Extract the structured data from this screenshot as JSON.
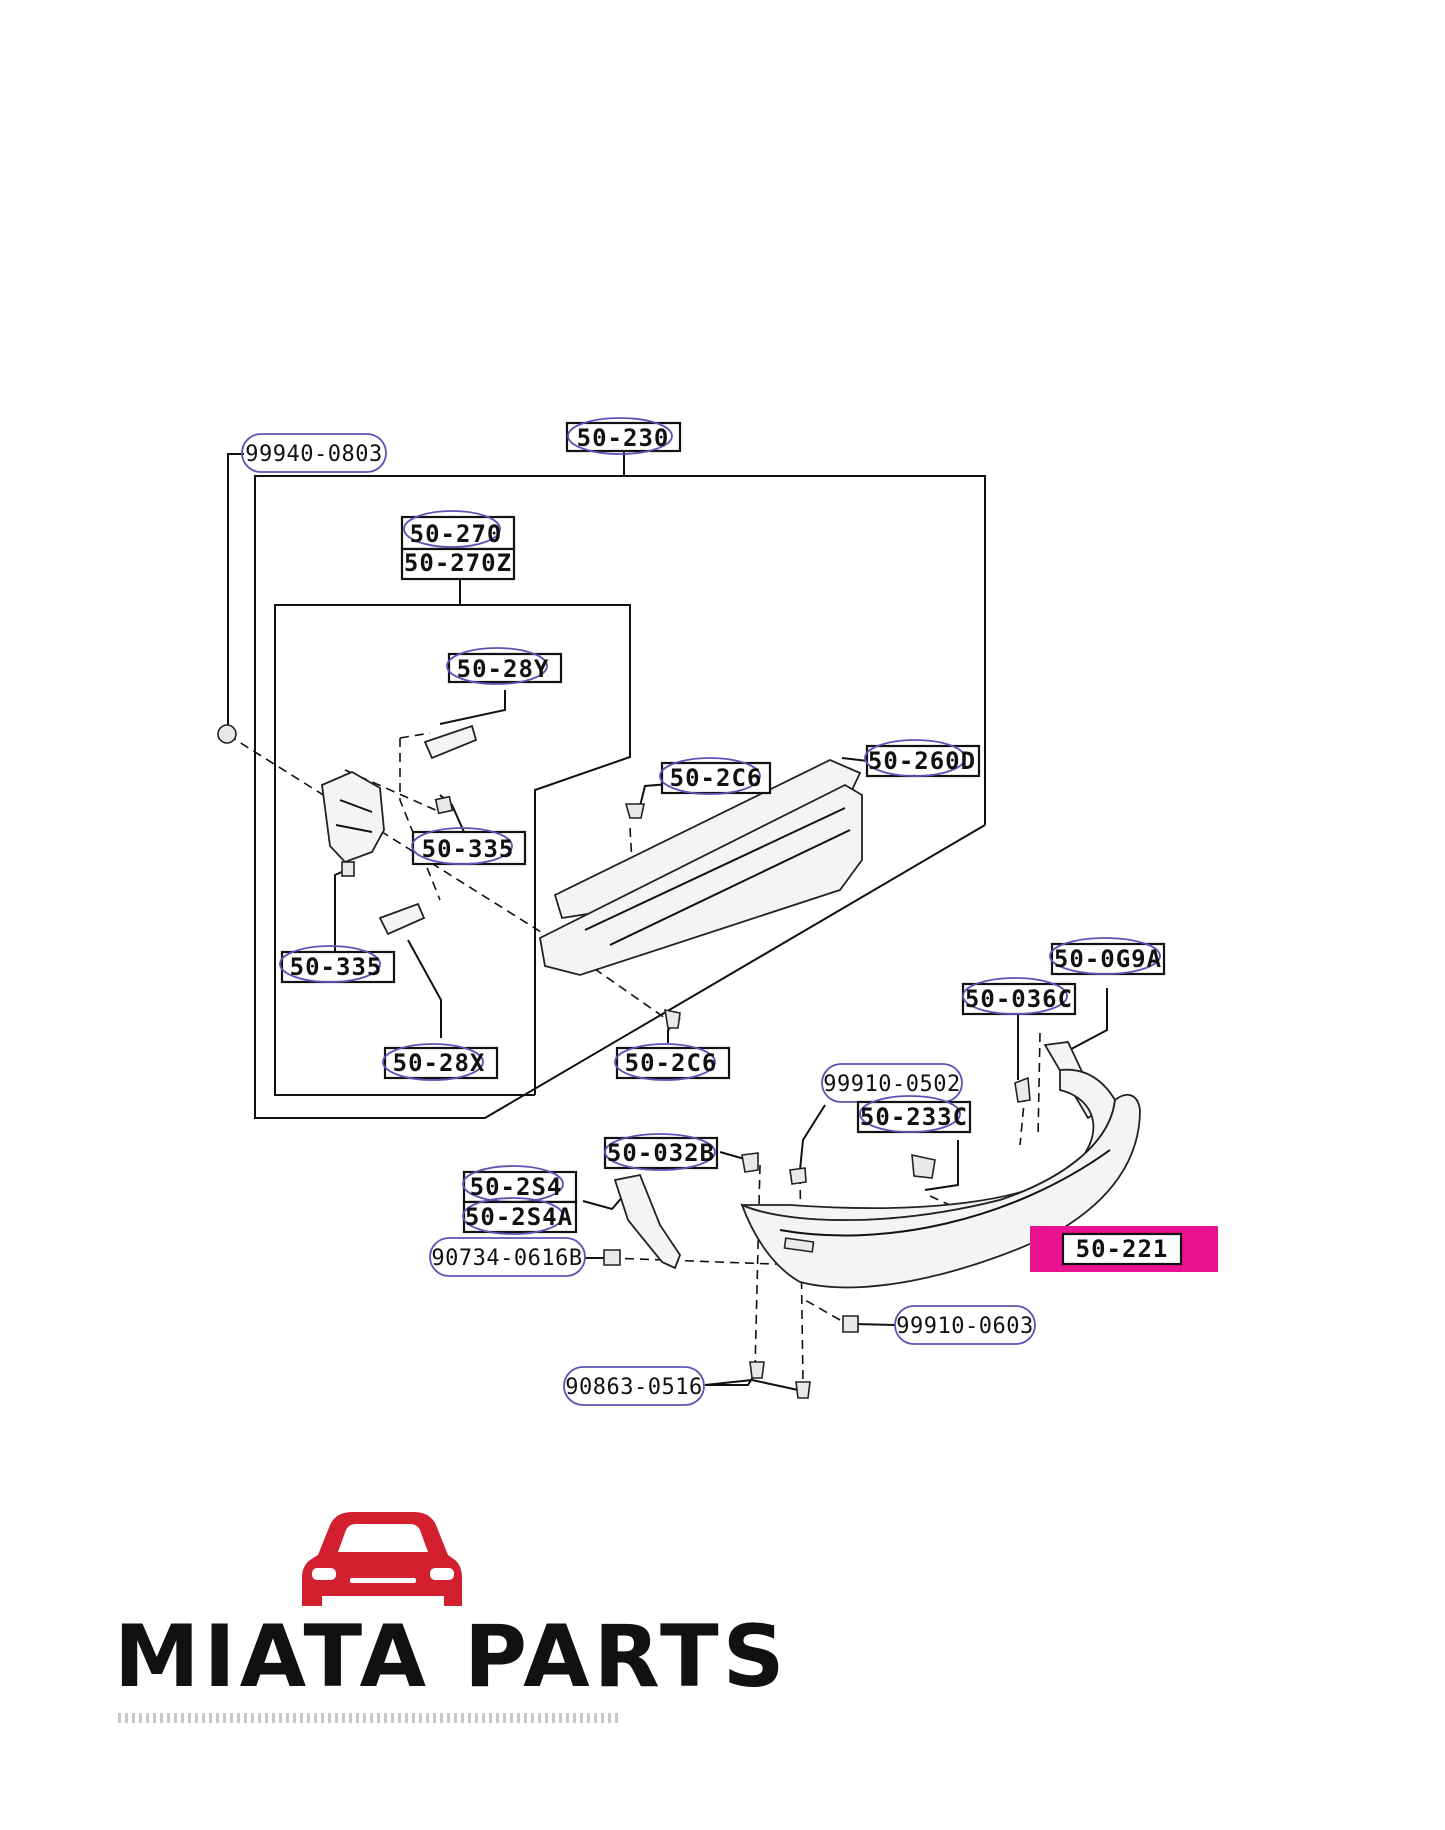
{
  "labels": {
    "p99940_0803": "99940-0803",
    "p50_230": "50-230",
    "p50_270": "50-270",
    "p50_270z": "50-270Z",
    "p50_28y": "50-28Y",
    "p50_2c6_top": "50-2C6",
    "p50_260d": "50-260D",
    "p50_335_top": "50-335",
    "p50_335_left": "50-335",
    "p50_28x": "50-28X",
    "p50_2c6_bottom": "50-2C6",
    "p50_0g9a": "50-0G9A",
    "p50_036c": "50-036C",
    "p99910_0502": "99910-0502",
    "p50_233c": "50-233C",
    "p50_032b": "50-032B",
    "p50_2s4": "50-2S4",
    "p50_2s4a": "50-2S4A",
    "p90734_0616b": "90734-0616B",
    "p50_221": "50-221",
    "p99910_0603": "99910-0603",
    "p90863_0516": "90863-0516"
  },
  "highlight_color": "#e8118f",
  "brand": {
    "name": "MIATA PARTS",
    "logo_color": "#d2202f",
    "logo_icon": "car-front-icon"
  }
}
